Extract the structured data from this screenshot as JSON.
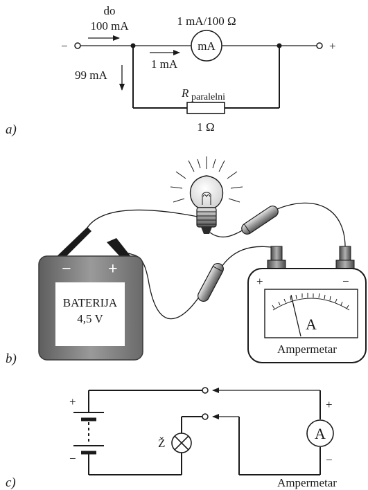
{
  "diagram_a": {
    "part_label": "a)",
    "label_do": "do",
    "label_100ma": "100 mA",
    "label_meter_rating": "1 mA/100 Ω",
    "label_1ma": "1 mA",
    "label_99ma": "99 mA",
    "meter_symbol": "mA",
    "shunt_label_main": "R",
    "shunt_label_sub": "paralelni",
    "shunt_value": "1 Ω",
    "minus_sign": "−",
    "plus_sign": "+"
  },
  "diagram_b": {
    "part_label": "b)",
    "battery_minus": "−",
    "battery_plus": "+",
    "battery_line1": "BATERIJA",
    "battery_line2": "4,5 V",
    "meter_plus": "+",
    "meter_minus": "−",
    "meter_symbol": "A",
    "meter_caption": "Ampermetar"
  },
  "diagram_c": {
    "part_label": "c)",
    "battery_plus": "+",
    "battery_minus": "−",
    "lamp_label": "Ž",
    "meter_symbol": "A",
    "meter_plus": "+",
    "meter_minus": "−",
    "meter_caption": "Ampermetar"
  },
  "colors": {
    "ink": "#1a1a1a",
    "battery_body": "#8a8a8a",
    "battery_dark": "#5e5e5e",
    "panel_white": "#ffffff",
    "terminal_grey": "#6f6f6f"
  }
}
